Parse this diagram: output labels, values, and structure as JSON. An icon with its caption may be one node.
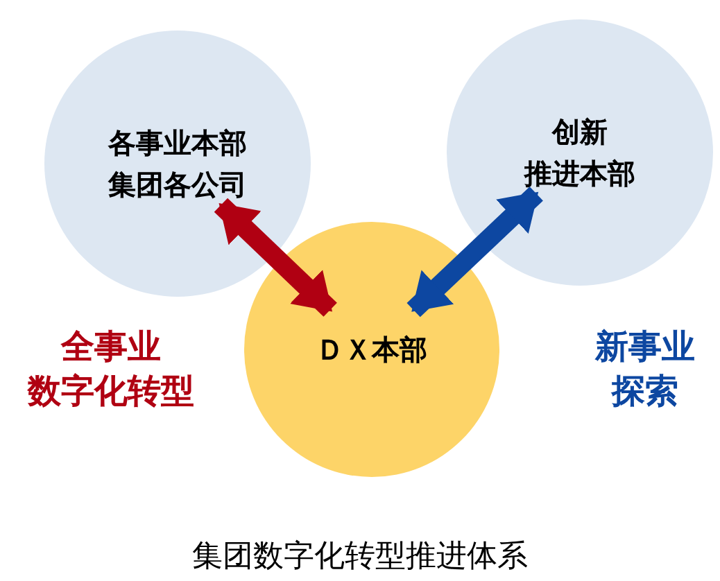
{
  "diagram": {
    "caption": "集团数字化转型推进体系",
    "nodes": [
      {
        "text": [
          "各事业本部",
          "集团各公司"
        ]
      },
      {
        "text": [
          "创新",
          "推进本部"
        ]
      },
      {
        "text": [
          "ＤＸ本部"
        ]
      }
    ],
    "edges": [
      {
        "from": 0,
        "to": 2,
        "arrow": "both",
        "color": "#b00012"
      },
      {
        "from": 1,
        "to": 2,
        "arrow": "both",
        "color": "#0d47a1"
      }
    ],
    "labels": [
      "全事业",
      "数字化转型",
      "新事业",
      "探索"
    ]
  }
}
